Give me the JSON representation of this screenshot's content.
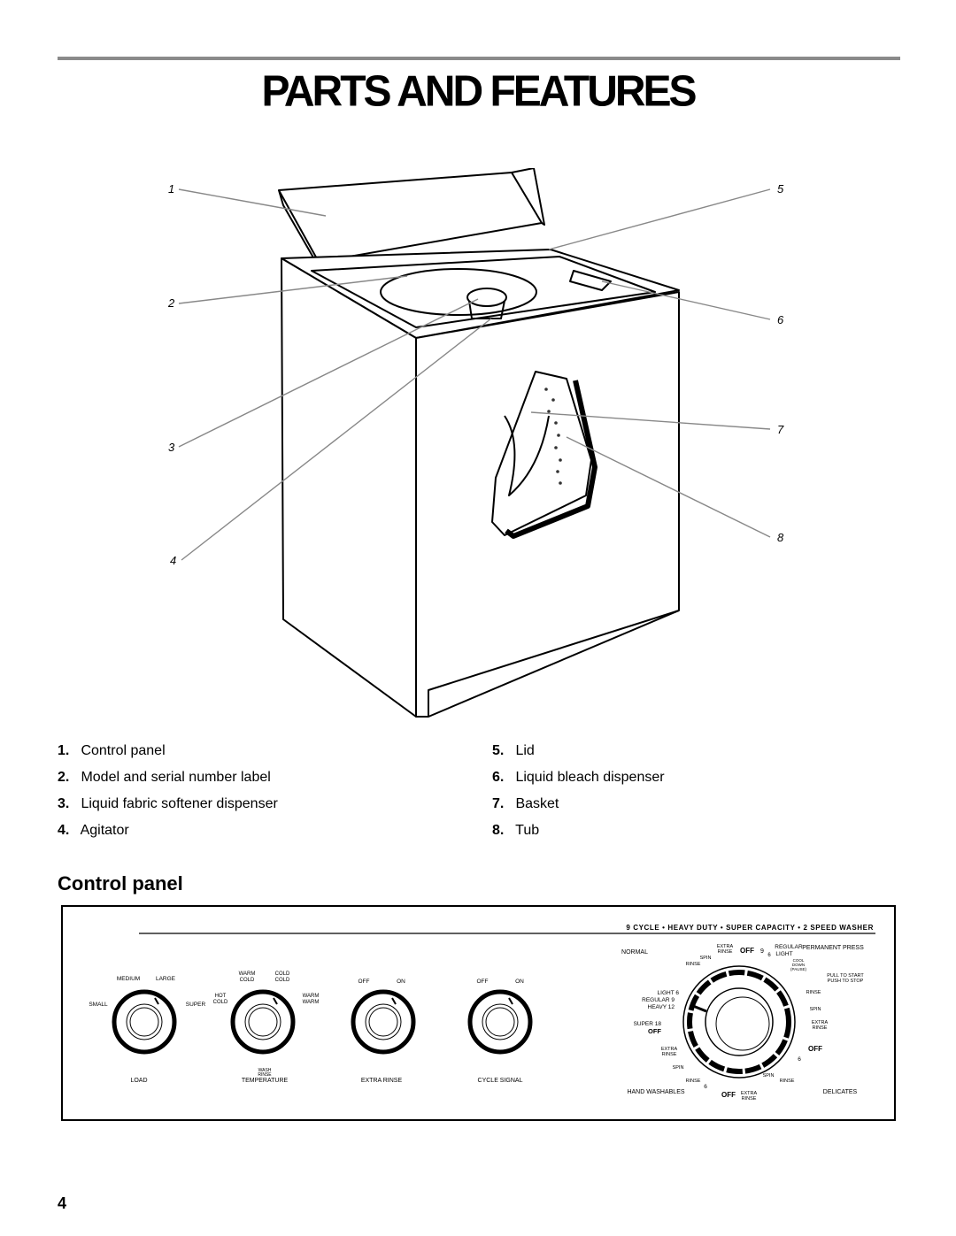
{
  "page": {
    "title": "PARTS AND FEATURES",
    "section_title": "Control panel",
    "page_number": "4"
  },
  "diagram": {
    "callouts": [
      "1",
      "2",
      "3",
      "4",
      "5",
      "6",
      "7",
      "8"
    ]
  },
  "legend": {
    "left": [
      {
        "num": "1.",
        "label": "Control panel"
      },
      {
        "num": "2.",
        "label": "Model and serial number label"
      },
      {
        "num": "3.",
        "label": "Liquid fabric softener dispenser"
      },
      {
        "num": "4.",
        "label": "Agitator"
      }
    ],
    "right": [
      {
        "num": "5.",
        "label": "Lid"
      },
      {
        "num": "6.",
        "label": "Liquid bleach dispenser"
      },
      {
        "num": "7.",
        "label": "Basket"
      },
      {
        "num": "8.",
        "label": "Tub"
      }
    ]
  },
  "control_panel": {
    "banner": "9 CYCLE • HEAVY DUTY • SUPER CAPACITY • 2 SPEED WASHER",
    "knobs": {
      "load": {
        "name": "LOAD",
        "labels": [
          "MEDIUM",
          "LARGE",
          "SMALL",
          "SUPER"
        ]
      },
      "temperature": {
        "name": "TEMPERATURE",
        "labels": [
          "WARM",
          "COLD",
          "COLD",
          "COLD",
          "HOT",
          "COLD",
          "WARM",
          "WARM",
          "WASH",
          "RINSE"
        ]
      },
      "extra_rinse": {
        "name": "EXTRA RINSE",
        "labels": [
          "OFF",
          "ON"
        ]
      },
      "cycle_signal": {
        "name": "CYCLE SIGNAL",
        "labels": [
          "OFF",
          "ON"
        ]
      }
    },
    "timer": {
      "normal": "NORMAL",
      "permanent_press": "PERMANENT PRESS",
      "hand_washables": "HAND WASHABLES",
      "delicates": "DELICATES",
      "top_labels": [
        "EXTRA",
        "RINSE",
        "OFF",
        "9",
        "6",
        "REGULAR",
        "LIGHT",
        "SPIN",
        "RINSE",
        "COOL",
        "DOWN",
        "(PAUSE)"
      ],
      "pull_to_start": "PULL TO START",
      "push_to_stop": "PUSH TO STOP",
      "left_labels": [
        "LIGHT 6",
        "REGULAR 9",
        "HEAVY 12",
        "SUPER 18",
        "OFF",
        "EXTRA",
        "RINSE",
        "SPIN",
        "RINSE",
        "6"
      ],
      "right_labels": [
        "RINSE",
        "SPIN",
        "EXTRA",
        "RINSE",
        "OFF",
        "6",
        "SPIN",
        "RINSE"
      ],
      "bottom_labels": [
        "OFF",
        "EXTRA",
        "RINSE"
      ]
    }
  }
}
